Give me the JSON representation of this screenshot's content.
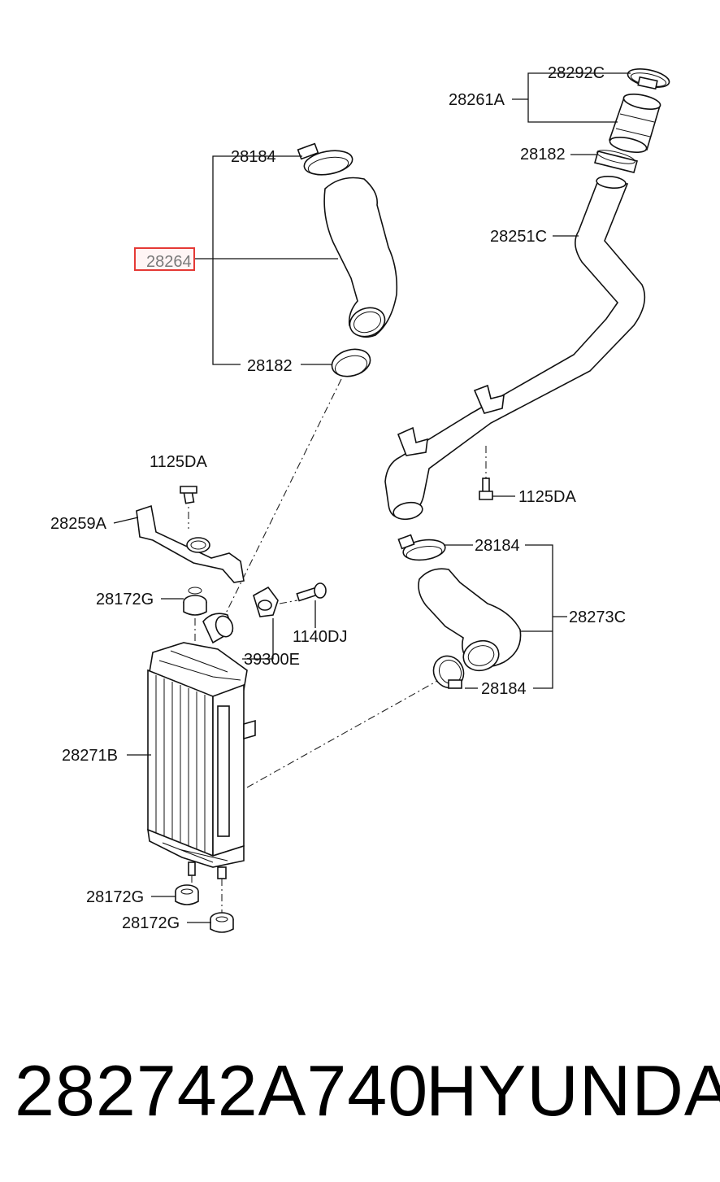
{
  "labels": {
    "hose_clamp_top_right": "28292C",
    "hose_assy_top_right": "28261A",
    "clamp_upper_right": "28182",
    "pipe_long": "28251C",
    "clamp_left_top": "28184",
    "hose_left": "28264",
    "clamp_left_bottom": "28182",
    "bolt_bracket": "1125DA",
    "bracket": "28259A",
    "bolt_pipe": "1125DA",
    "clamp_right_upper": "28184",
    "hose_assy_right": "28273C",
    "clamp_right_lower": "28184",
    "insulator_top": "28172G",
    "bolt_sensor": "1140DJ",
    "sensor": "39300E",
    "intercooler": "28271B",
    "insulator_bottom_left": "28172G",
    "insulator_bottom_right": "28172G"
  },
  "highlight": {
    "color": "#e53935",
    "part": "28264"
  },
  "footer": {
    "part_number": "282742A740",
    "brand": "HYUNDAI"
  }
}
